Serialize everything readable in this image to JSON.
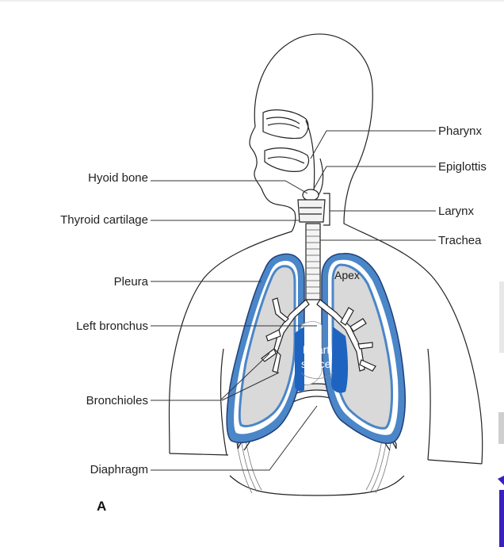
{
  "labels": {
    "hyoid_bone": "Hyoid bone",
    "thyroid_cartilage": "Thyroid cartilage",
    "pleura": "Pleura",
    "left_bronchus": "Left bronchus",
    "bronchioles": "Bronchioles",
    "diaphragm": "Diaphragm",
    "pharynx": "Pharynx",
    "epiglottis": "Epiglottis",
    "larynx": "Larynx",
    "trachea": "Trachea",
    "apex": "Apex",
    "heart_line1": "Heart",
    "heart_line2": "space",
    "figure_letter": "A"
  },
  "colors": {
    "pleura_blue": "#4a86c8",
    "heart_blue": "#1e63c0",
    "lung_gray": "#d9d9d9",
    "edge_purple": "#3a1fc0"
  }
}
